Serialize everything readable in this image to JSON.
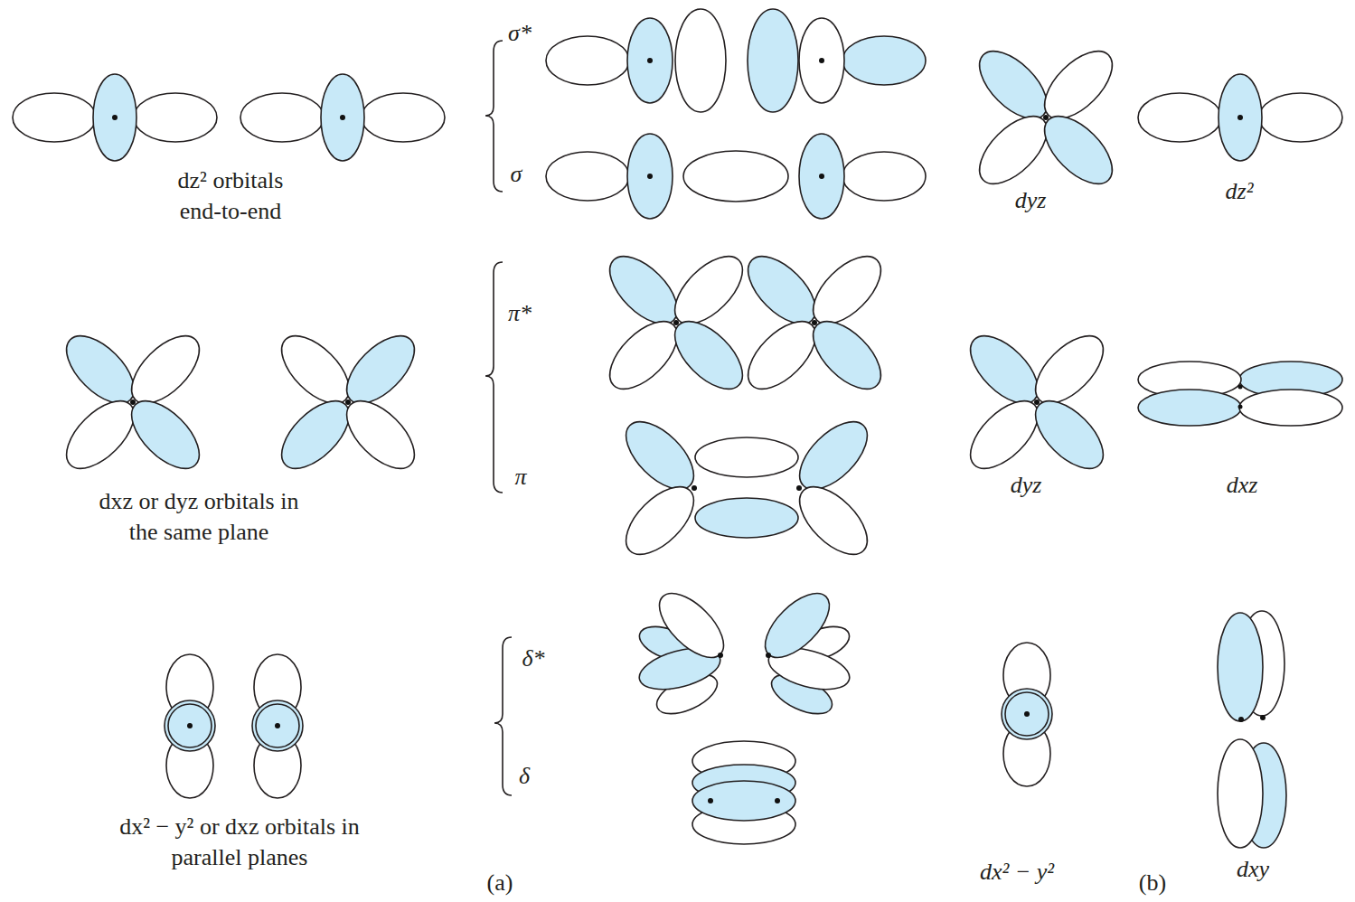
{
  "diagram": {
    "labels": [
      "dz² orbitals end-to-end",
      "σ*",
      "σ",
      "dyz",
      "dz²",
      "dxz or dyz orbitals in the same plane",
      "π*",
      "π",
      "dyz",
      "dxz",
      "δ*",
      "δ",
      "dx² − y² or dxz orbitals in parallel planes",
      "(a)",
      "dx² − y²",
      "(b)",
      "dxy"
    ]
  }
}
